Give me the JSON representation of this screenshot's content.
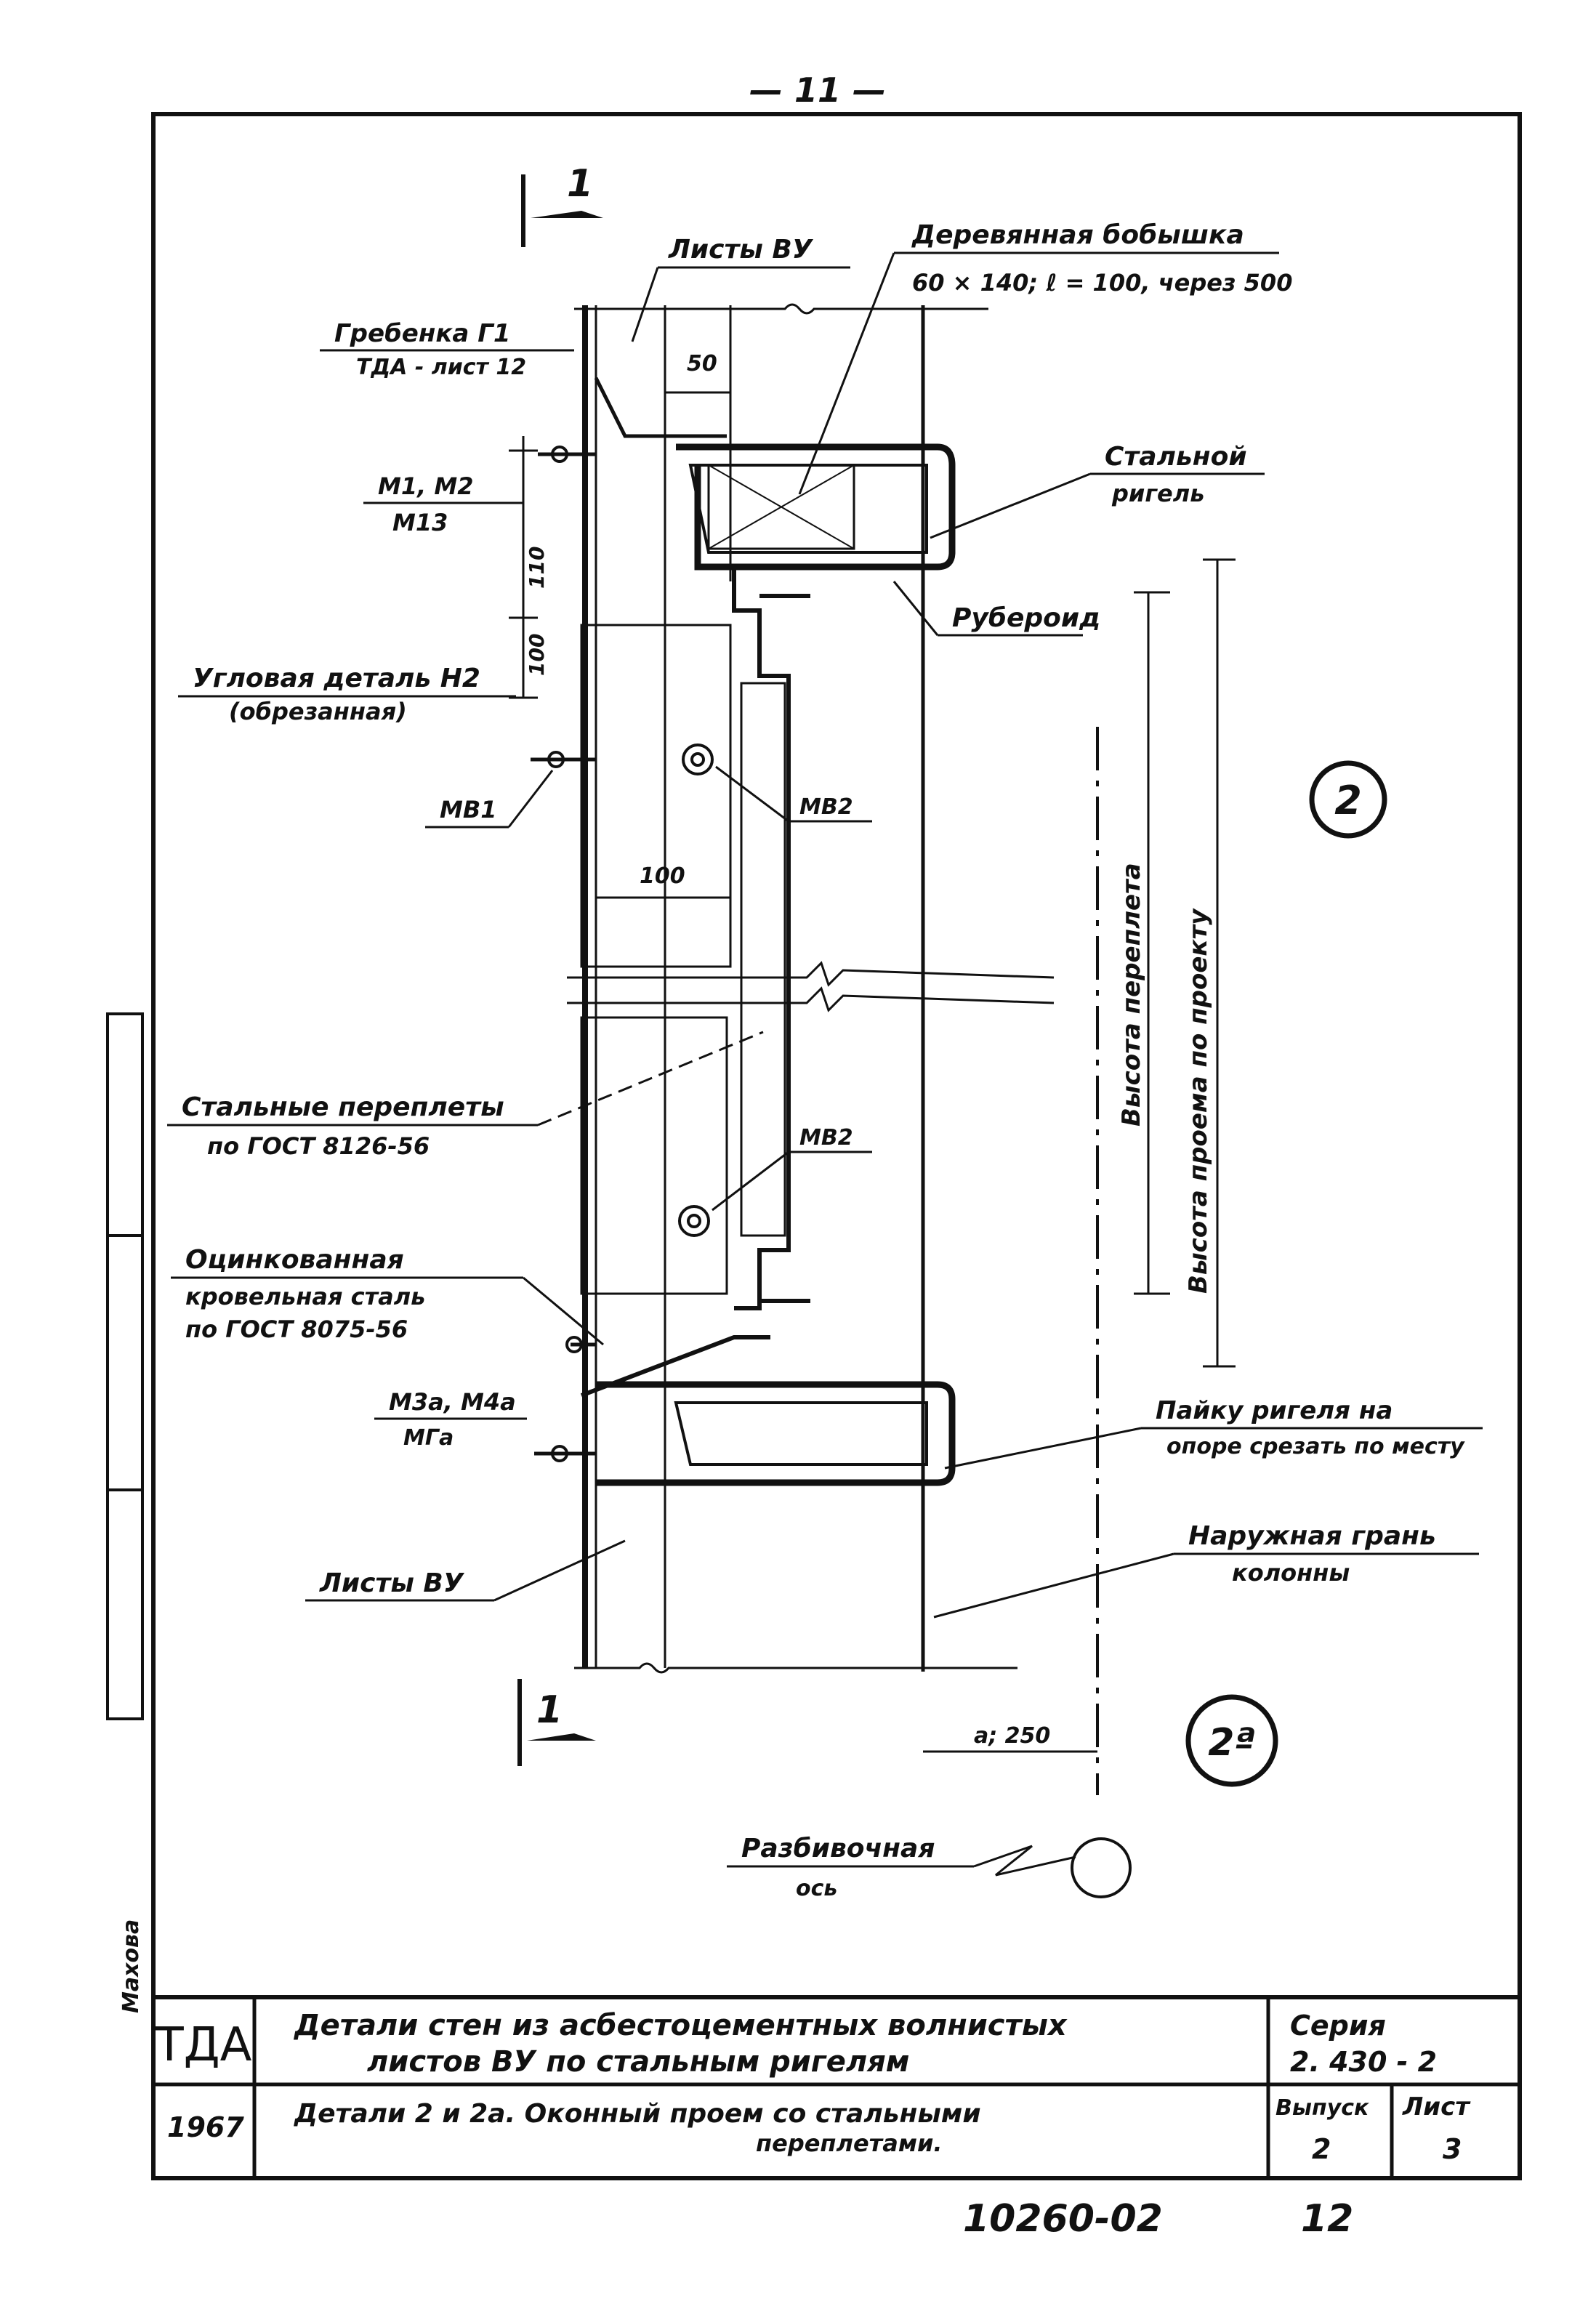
{
  "page_number": "— 11 —",
  "section_mark": "1",
  "labels": {
    "listy_vu_top": "Листы ВУ",
    "bobyshka_title": "Деревянная бобышка",
    "bobyshka_dims": "60 × 140;  ℓ = 100,  через 500",
    "grebenka": "Гребенка Г1",
    "grebenka_ref": "ТДА - лист 12",
    "dim_50": "50",
    "stalnoy_rigel_1": "Стальной",
    "stalnoy_rigel_2": "ригель",
    "m1m2": "М1, М2",
    "m13": "М13",
    "dim_110": "110",
    "dim_100v": "100",
    "ruberoid": "Рубероид",
    "uglovaya_1": "Угловая деталь Н2",
    "uglovaya_2": "(обрезанная)",
    "mb1": "МВ1",
    "mb2_top": "МВ2",
    "dim_100h": "100",
    "vysota_pereplyota": "Высота переплета",
    "vysota_proema": "Высота проема по проекту",
    "detail_2": "2",
    "pereplety_1": "Стальные переплеты",
    "pereplety_2": "по ГОСТ 8126-56",
    "mb2_bottom": "МВ2",
    "ocink_1": "Оцинкованная",
    "ocink_2": "кровельная сталь",
    "ocink_3": "по ГОСТ 8075-56",
    "m3a": "М3а, М4а",
    "mg": "МГа",
    "payku_1": "Пайку ригеля на",
    "payku_2": "опоре срезать по месту",
    "listy_vu_bottom": "Листы ВУ",
    "naruzh_1": "Наружная грань",
    "naruzh_2": "колонны",
    "section_mark_bottom": "1",
    "detail_2a": "2ª",
    "dim_a250": "а; 250",
    "razbiv_1": "Разбивочная",
    "razbiv_2": "ось",
    "side_text": "Махова"
  },
  "title_block": {
    "org": "ТДА",
    "title_1": "Детали стен из асбестоцементных волнистых",
    "title_2": "листов ВУ по стальным ригелям",
    "seriya_label": "Серия",
    "seriya_value": "2. 430 - 2",
    "year": "1967",
    "subtitle_1": "Детали 2 и 2а. Оконный проем со стальными",
    "subtitle_2": "переплетами.",
    "vypusk_label": "Выпуск",
    "vypusk_value": "2",
    "list_label": "Лист",
    "list_value": "3"
  },
  "bottom_number": "10260-02",
  "bottom_page": "12"
}
